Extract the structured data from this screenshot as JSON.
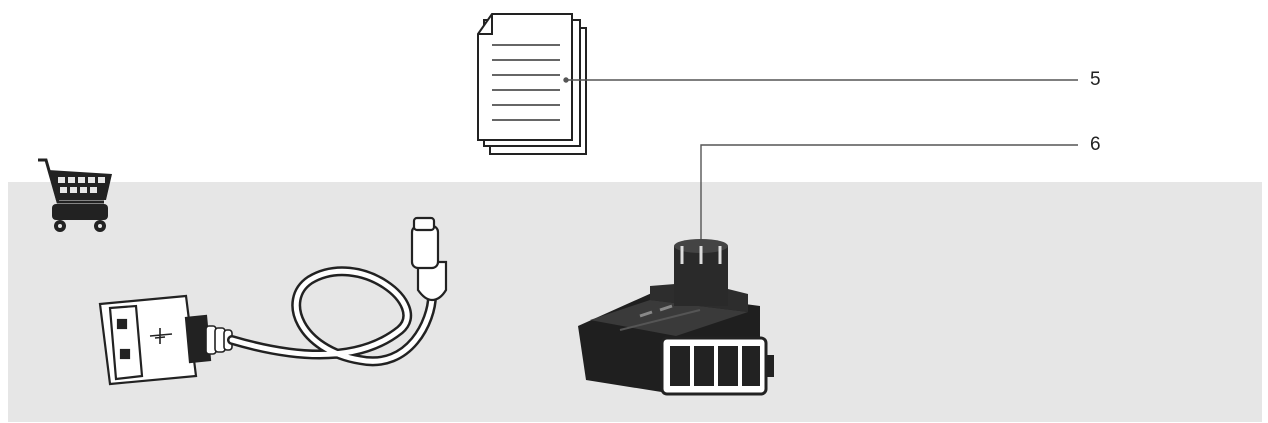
{
  "callouts": [
    {
      "number": "5",
      "target": "documents"
    },
    {
      "number": "6",
      "target": "battery-adapter"
    }
  ],
  "icons": {
    "cart": "shopping-cart-icon",
    "documents": "documents-icon",
    "cable": "usb-cable-icon",
    "adapter": "battery-adapter-icon",
    "battery_level": "battery-charge-icon"
  },
  "colors": {
    "band": "#e6e6e6",
    "ink": "#222222",
    "leader": "#555555"
  }
}
